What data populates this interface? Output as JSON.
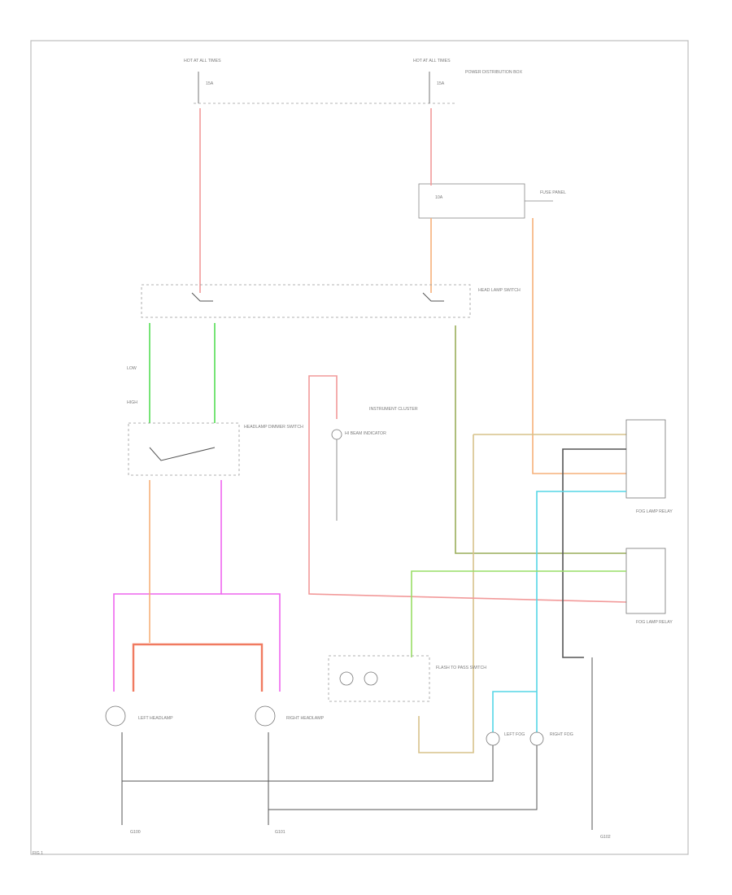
{
  "labels": {
    "hot_at_all_times_1": "HOT AT ALL TIMES",
    "hot_at_all_times_2": "HOT AT ALL TIMES",
    "power_dist_box": "POWER DISTRIBUTION BOX",
    "fuse_a": "15A",
    "fuse_b": "15A",
    "fuse_panel": "FUSE PANEL",
    "fuse_c": "10A",
    "headlamp_switch": "HEAD LAMP SWITCH",
    "lo_label": "LOW",
    "hi_label": "HIGH",
    "dimmer_switch": "HEADLAMP DIMMER SWITCH",
    "hi_beam_indicator": "HI BEAM INDICATOR",
    "instrument_cluster": "INSTRUMENT CLUSTER",
    "left_headlamp": "LEFT HEADLAMP",
    "right_headlamp": "RIGHT HEADLAMP",
    "flash_switch": "FLASH TO PASS SWITCH",
    "fog_lamp_relay_1": "FOG LAMP RELAY",
    "fog_lamp_relay_2": "FOG LAMP RELAY",
    "left_fog": "LEFT FOG",
    "right_fog": "RIGHT FOG",
    "g1": "G100",
    "g2": "G101",
    "g3": "G102",
    "fig": "FIG 1"
  },
  "colors": {
    "red": "#f29a9a",
    "green": "#55dd55",
    "orange": "#f6b07a",
    "pink": "#ee66ee",
    "cyan": "#55d6e6",
    "olive": "#9aae5a",
    "tan": "#d7c28a",
    "dark": "#555555",
    "lime": "#99dd66",
    "salmon": "#f07a60"
  }
}
